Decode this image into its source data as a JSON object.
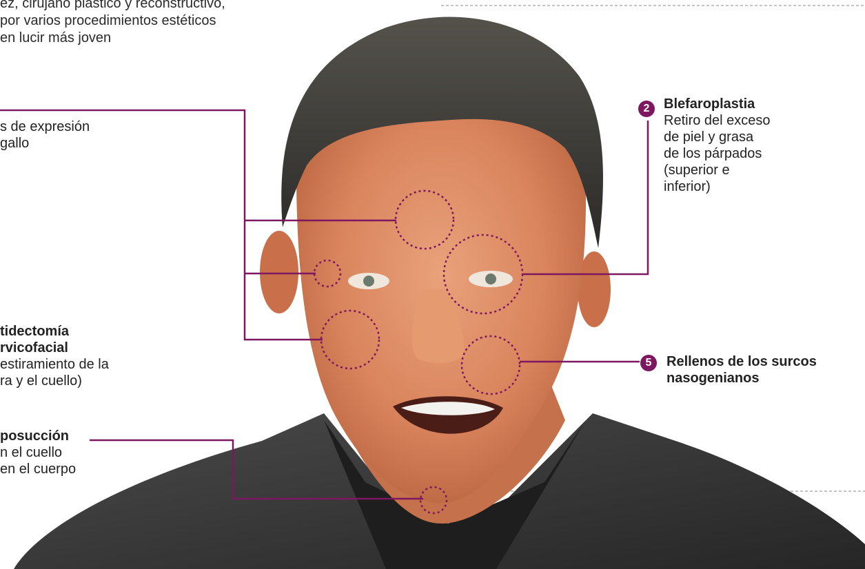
{
  "intro": {
    "lines": [
      "ez, cirujano plástico y reconstructivo,",
      " por varios procedimientos estéticos",
      "en lucir más joven"
    ]
  },
  "labels": {
    "expresion": {
      "lines": [
        "s de expresión",
        "gallo"
      ]
    },
    "blefaroplastia": {
      "number": "2",
      "title": "Blefaroplastia",
      "lines": [
        "Retiro del exceso",
        "de piel y grasa",
        "de los párpados",
        "(superior e",
        "inferior)"
      ]
    },
    "ritidectomia": {
      "title_lines": [
        "tidectomía",
        "rvicofacial"
      ],
      "lines": [
        "estiramiento de la",
        "ra y el cuello)"
      ]
    },
    "rellenos": {
      "number": "5",
      "title_lines": [
        "Rellenos de los surcos",
        "nasogenianos"
      ]
    },
    "liposuccion": {
      "title": "posucción",
      "lines": [
        "n el cuello",
        "en el cuerpo"
      ]
    }
  },
  "colors": {
    "accent": "#7d1760",
    "dashed_guide": "#8a8a8a",
    "skin": "#d9845d",
    "hair": "#3b3935",
    "suit": "#3a3a3a"
  }
}
